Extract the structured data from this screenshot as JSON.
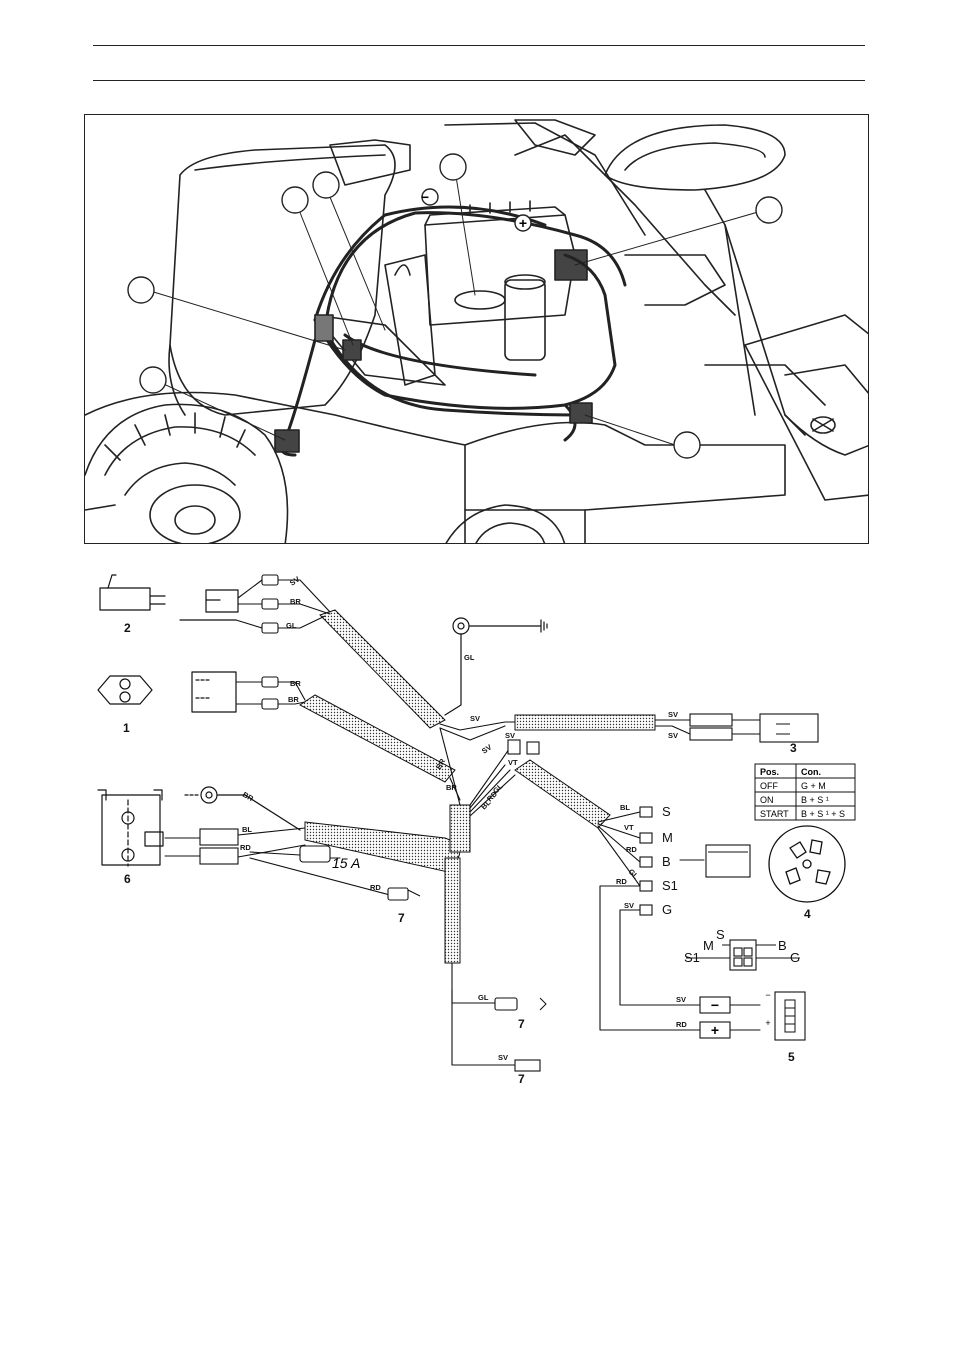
{
  "wire_labels": {
    "sv": "SV",
    "br": "BR",
    "gl": "GL",
    "bl": "BL",
    "rd": "RD",
    "vt": "VT"
  },
  "component_numbers": {
    "c1": "1",
    "c2": "2",
    "c3": "3",
    "c4": "4",
    "c5": "5",
    "c6": "6",
    "c7": "7"
  },
  "fuse_label": "15 A",
  "ignition_terminals": {
    "s": "S",
    "m": "M",
    "b": "B",
    "s1": "S1",
    "g": "G"
  },
  "switch_legend": {
    "s1": "S1",
    "m": "M",
    "s": "S",
    "b": "B",
    "g": "G"
  },
  "battery_signs": {
    "minus": "−",
    "plus": "+"
  },
  "position_table": {
    "headers": [
      "Pos.",
      "Con."
    ],
    "rows": [
      [
        "OFF",
        "G + M"
      ],
      [
        "ON",
        "B + S ¹"
      ],
      [
        "START",
        "B + S ¹ + S"
      ]
    ]
  },
  "photo_signs": {
    "minus": "−",
    "plus": "+"
  }
}
